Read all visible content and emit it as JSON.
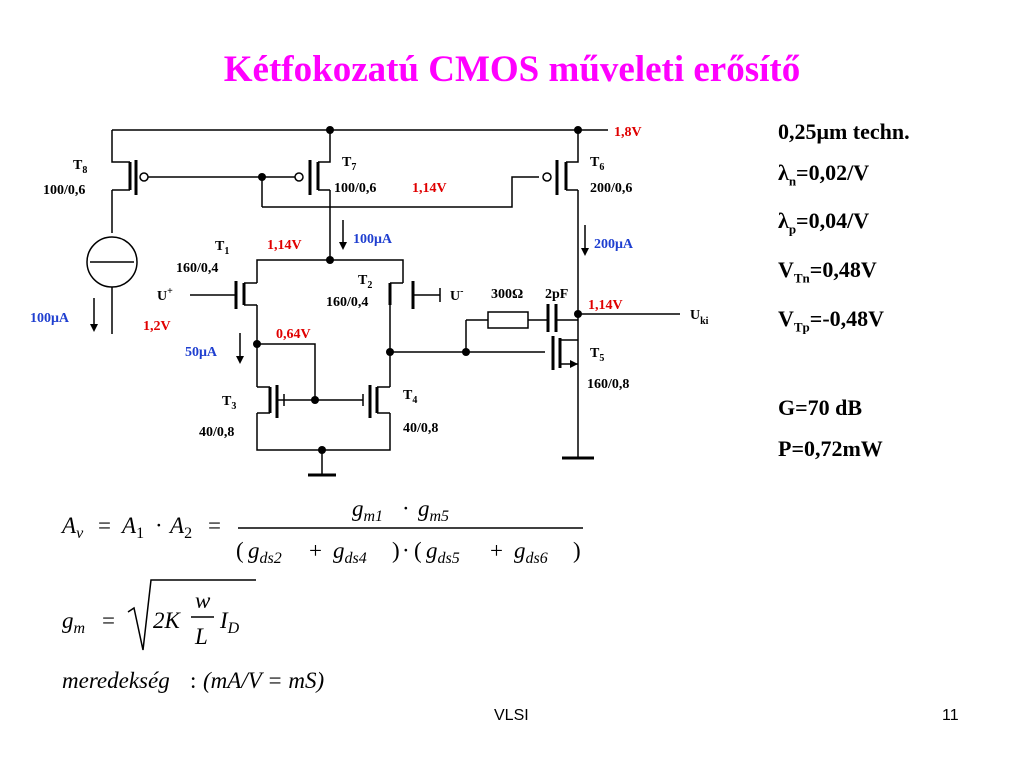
{
  "title": "Kétfokozatú CMOS műveleti erősítő",
  "params": {
    "tech": "0,25μm techn.",
    "lambda_n_sym": "λ",
    "lambda_n_sub": "n",
    "lambda_n_val": "=0,02/V",
    "lambda_p_sym": "λ",
    "lambda_p_sub": "p",
    "lambda_p_val": "=0,04/V",
    "vtn_sym": "V",
    "vtn_sub": "Tn",
    "vtn_val": "=0,48V",
    "vtp_sym": "V",
    "vtp_sub": "Tp",
    "vtp_val": "=-0,48V",
    "gain": "G=70 dB",
    "power": "P=0,72mW"
  },
  "circuit": {
    "vdd": "1,8V",
    "t8": {
      "name": "T",
      "sub": "8",
      "size": "100/0,6"
    },
    "t7": {
      "name": "T",
      "sub": "7",
      "size": "100/0,6"
    },
    "t6": {
      "name": "T",
      "sub": "6",
      "size": "200/0,6"
    },
    "t1": {
      "name": "T",
      "sub": "1",
      "size": "160/0,4"
    },
    "t2": {
      "name": "T",
      "sub": "2",
      "size": "160/0,4"
    },
    "t3": {
      "name": "T",
      "sub": "3",
      "size": "40/0,8"
    },
    "t4": {
      "name": "T",
      "sub": "4",
      "size": "40/0,8"
    },
    "t5": {
      "name": "T",
      "sub": "5",
      "size": "160/0,8"
    },
    "v_gate7": "1,14V",
    "v_t1": "1,14V",
    "v_inp": "1,2V",
    "v_t3": "0,64V",
    "v_out": "1,14V",
    "i_ref": "100μA",
    "i_t7": "100μA",
    "i_t6": "200μA",
    "i_t3": "50μA",
    "u_plus": "U",
    "u_plus_sup": "+",
    "u_minus": "U",
    "u_minus_sup": "-",
    "resistor": "300Ω",
    "capacitor": "2pF",
    "out": "U",
    "out_sub": "ki"
  },
  "equations": {
    "av": "A",
    "av_sub": "v",
    "a1": "A",
    "a1_sub": "1",
    "a2": "A",
    "a2_sub": "2",
    "num_gm1": "g",
    "num_gm1_sub": "m1",
    "num_gm5": "g",
    "num_gm5_sub": "m5",
    "den_gds2": "g",
    "den_gds2_sub": "ds2",
    "den_gds4": "g",
    "den_gds4_sub": "ds4",
    "den_gds5": "g",
    "den_gds5_sub": "ds5",
    "den_gds6": "g",
    "den_gds6_sub": "ds6",
    "gm": "g",
    "gm_sub": "m",
    "two_k": "2K",
    "w": "w",
    "l": "L",
    "id": "I",
    "id_sub": "D",
    "meredekseg": "meredekség",
    "units": "(mA/V = mS)"
  },
  "footer": {
    "center": "VLSI",
    "page": "11"
  }
}
